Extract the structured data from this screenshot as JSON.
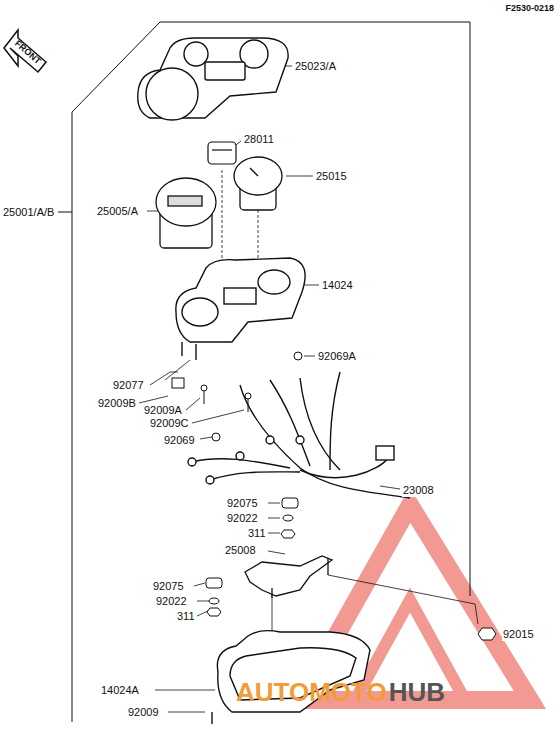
{
  "diagram": {
    "labels": [
      "F2530-0218",
      "FRONT",
      "25023/A",
      "28011",
      "25015",
      "25001/A/B",
      "25005/A",
      "14024",
      "92069A",
      "92077",
      "92009B",
      "92009A",
      "92009C",
      "92069",
      "23008",
      "92075",
      "92022",
      "311",
      "25008",
      "92075",
      "92022",
      "311",
      "92015",
      "14024A",
      "92009",
      "AUTOMOTO",
      "HUB"
    ]
  }
}
